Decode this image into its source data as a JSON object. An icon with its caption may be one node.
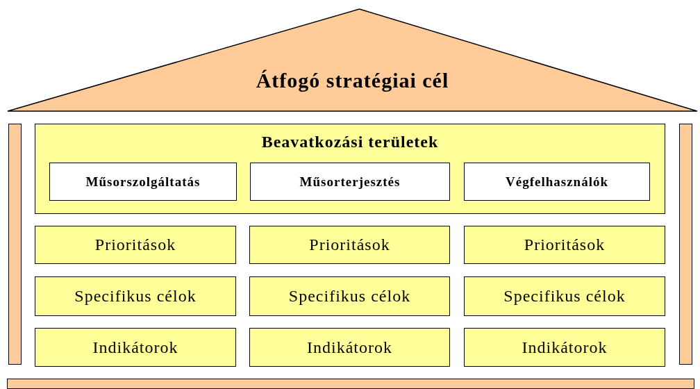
{
  "diagram": {
    "nodes": [
      {
        "text": [
          "Átfogó stratégiai cél"
        ]
      },
      {
        "text": [],
        "shape": "bar"
      },
      {
        "text": [
          "Beavatkozási területek"
        ]
      },
      {
        "text": [
          "Műsorszolgáltatás"
        ],
        "in": 2
      },
      {
        "text": [
          "Műsorterjesztés"
        ],
        "in": 2
      },
      {
        "text": [
          "Végfelhasználók"
        ],
        "in": 2
      },
      {
        "text": [
          "Prioritások"
        ]
      },
      {
        "text": [
          "Prioritások"
        ]
      },
      {
        "text": [
          "Prioritások"
        ]
      },
      {
        "text": [
          "Specifikus célok"
        ]
      },
      {
        "text": [
          "Specifikus célok"
        ]
      },
      {
        "text": [
          "Specifikus célok"
        ]
      },
      {
        "text": [
          "Indikátorok"
        ]
      },
      {
        "text": [
          "Indikátorok"
        ]
      },
      {
        "text": [
          "Indikátorok"
        ]
      },
      {
        "text": [],
        "shape": "bar"
      },
      {
        "text": [],
        "shape": "bar"
      }
    ]
  }
}
